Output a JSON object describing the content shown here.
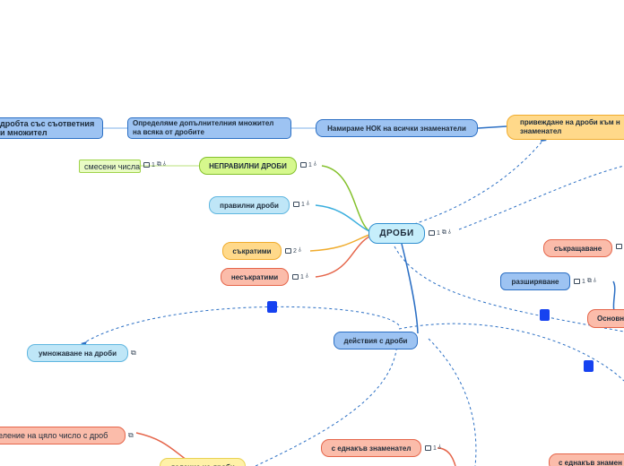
{
  "mindmap": {
    "root": "ДРОБИ",
    "nodes": {
      "fraction_multiplier": "дробта със съответния\nи множител",
      "additional_multiplier": "Определяме допълнителния множител\nна всяка от дробите",
      "find_lcd": "Намираме НОК на всички знаменатели",
      "common_denominator": "привеждане на дроби към н\nзнаменател",
      "improper": "НЕПРАВИЛНИ ДРОБИ",
      "mixed_numbers": "смесени числа",
      "proper": "правилни дроби",
      "reduced": "съкратими",
      "irreducible": "несъкратими",
      "reduction": "съкращаване",
      "expansion": "разширяване",
      "basic": "Основн",
      "operations": "действия с дроби",
      "multiplication": "умножаване на дроби",
      "division_int": "еление на цяло число с дроб",
      "same_denominator": "с еднакъв знаменател",
      "same_denominator_right": "с еднакъв знамен",
      "division": "деление на дроби"
    },
    "badges": {
      "root": "1",
      "improper": "1",
      "mixed_numbers": "1",
      "proper": "1",
      "reduced": "2",
      "irreducible": "1",
      "expansion": "1",
      "same_denominator": "1"
    }
  }
}
